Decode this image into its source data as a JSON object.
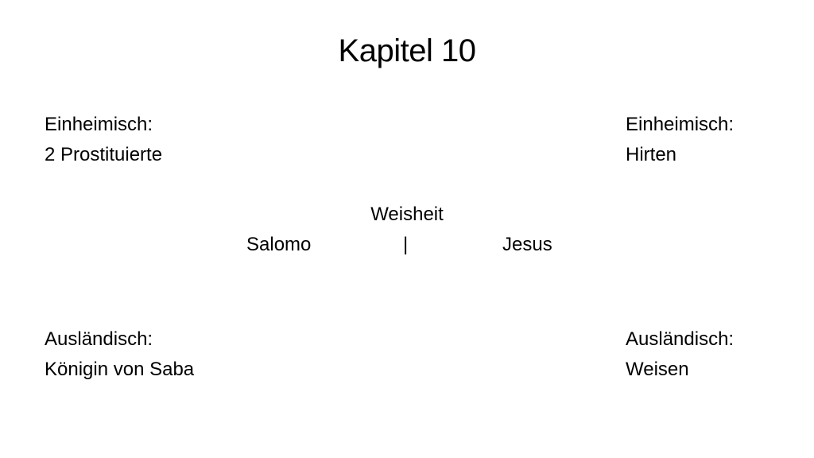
{
  "slide": {
    "title": "Kapitel 10",
    "top_left": {
      "label": "Einheimisch:",
      "value": "2 Prostituierte"
    },
    "top_right": {
      "label": "Einheimisch:",
      "value": "Hirten"
    },
    "center": {
      "heading": "Weisheit",
      "left": "Salomo",
      "separator": "|",
      "right": "Jesus"
    },
    "bottom_left": {
      "label": "Ausländisch:",
      "value": "Königin von Saba"
    },
    "bottom_right": {
      "label": "Ausländisch:",
      "value": "Weisen"
    }
  }
}
